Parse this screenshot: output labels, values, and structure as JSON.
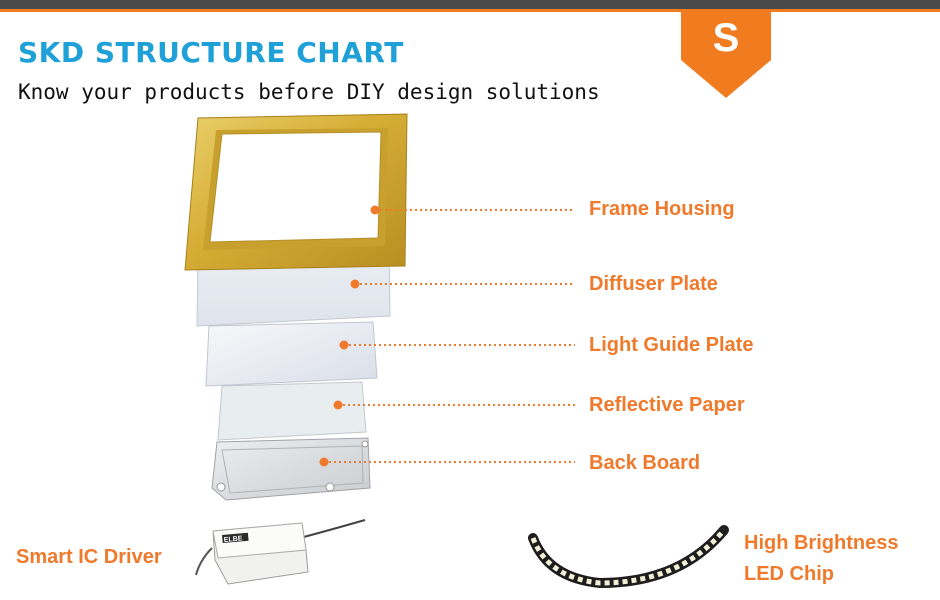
{
  "header": {
    "title": "SKD STRUCTURE CHART",
    "subtitle": "Know your products before DIY design solutions",
    "badge_letter": "S"
  },
  "colors": {
    "accent": "#f07a2c",
    "title_blue": "#1fa1d8",
    "dark_bar": "#4a4a4a",
    "frame_gold": "#d8b23c"
  },
  "components": [
    {
      "label": "Frame Housing"
    },
    {
      "label": "Diffuser Plate"
    },
    {
      "label": "Light Guide Plate"
    },
    {
      "label": "Reflective Paper"
    },
    {
      "label": "Back Board"
    }
  ],
  "accessories": {
    "driver": {
      "label": "Smart IC Driver",
      "brand": "ELBE"
    },
    "chip": {
      "label_line1": "High Brightness",
      "label_line2": "LED Chip"
    }
  }
}
